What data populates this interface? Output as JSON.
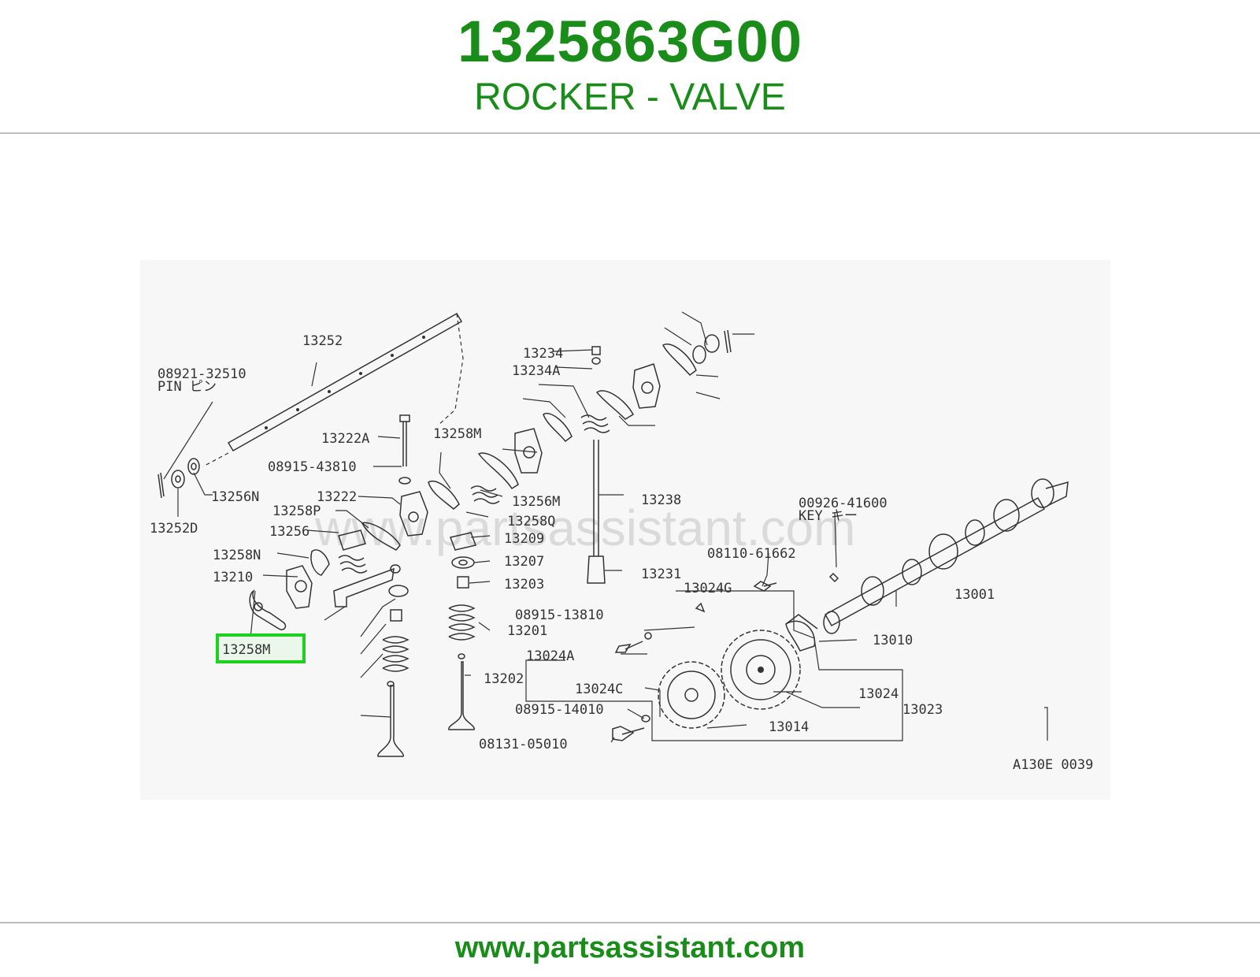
{
  "header": {
    "part_number": "1325863G00",
    "part_name": "ROCKER - VALVE"
  },
  "diagram": {
    "highlighted_label": "13258M",
    "watermark": "www.partsassistant.com",
    "figure_code": "A130E 0039",
    "callouts": [
      "13252",
      "08921-32510",
      "PIN ピン",
      "13256N",
      "13252D",
      "13222A",
      "13258M",
      "08915-43810",
      "13222",
      "13258P",
      "13256",
      "13258N",
      "13210",
      "13209",
      "13207",
      "13203",
      "13201",
      "13256M",
      "13258Q",
      "13202",
      "13234",
      "13234A",
      "13238",
      "13231",
      "13024G",
      "08915-13810",
      "13024A",
      "13024C",
      "08915-14010",
      "08131-05010",
      "13014",
      "13024",
      "13023",
      "13010",
      "08110-61662",
      "00926-41600",
      "KEY キー",
      "13001"
    ]
  },
  "footer": {
    "url": "www.partsassistant.com"
  },
  "colors": {
    "brand_green": "#1a8c1a",
    "highlight_box": "#1fd11f",
    "rule_gray": "#bdbdbd",
    "line_art": "#333333"
  }
}
